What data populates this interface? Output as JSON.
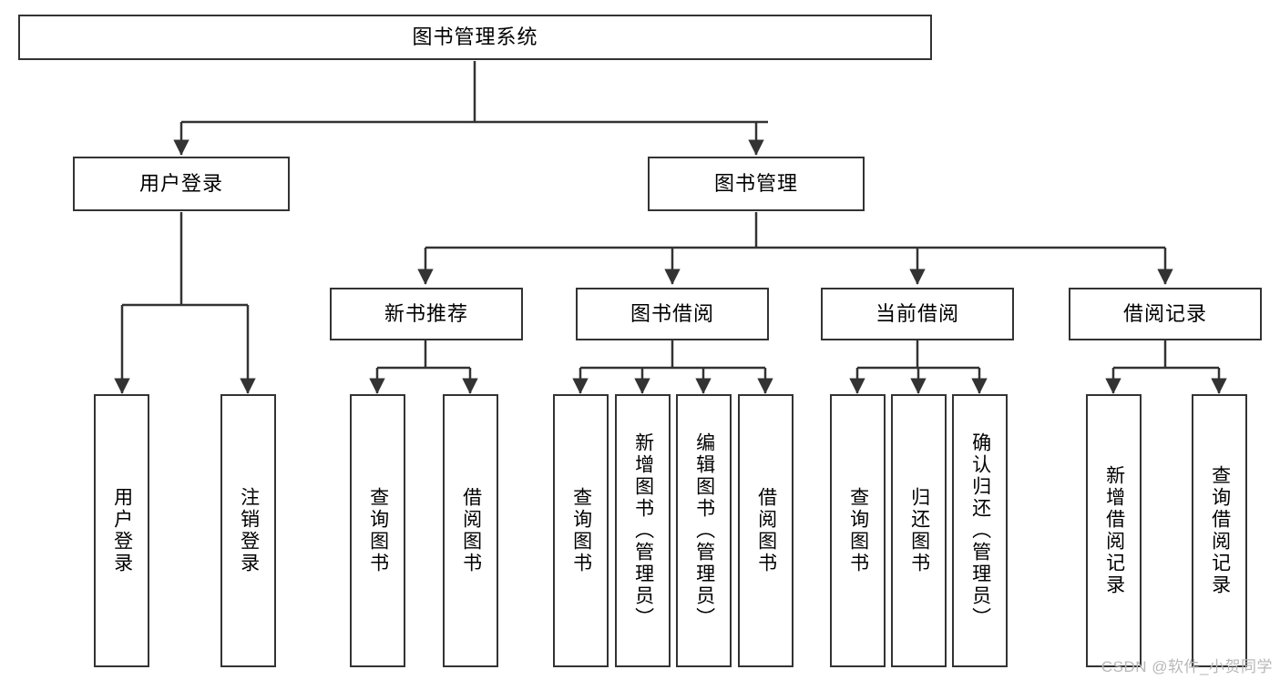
{
  "diagram": {
    "title": "图书管理系统",
    "type": "tree-hierarchy-chart",
    "root": {
      "label": "图书管理系统"
    },
    "level2": [
      {
        "label": "用户登录"
      },
      {
        "label": "图书管理"
      }
    ],
    "level3": [
      {
        "label": "新书推荐"
      },
      {
        "label": "图书借阅"
      },
      {
        "label": "当前借阅"
      },
      {
        "label": "借阅记录"
      }
    ],
    "leaves": [
      {
        "label": "用户登录"
      },
      {
        "label": "注销登录"
      },
      {
        "label": "查询图书"
      },
      {
        "label": "借阅图书"
      },
      {
        "label": "查询图书"
      },
      {
        "label": "新增图书（管理员）"
      },
      {
        "label": "编辑图书（管理员）"
      },
      {
        "label": "借阅图书"
      },
      {
        "label": "查询图书"
      },
      {
        "label": "归还图书"
      },
      {
        "label": "确认归还（管理员）"
      },
      {
        "label": "新增借阅记录"
      },
      {
        "label": "查询借阅记录"
      }
    ]
  },
  "watermark": {
    "text": "CSDN @软件_小贺同学"
  },
  "colors": {
    "stroke": "#333333",
    "background": "#ffffff",
    "text": "#000000",
    "watermark": "#b8b8b8"
  }
}
